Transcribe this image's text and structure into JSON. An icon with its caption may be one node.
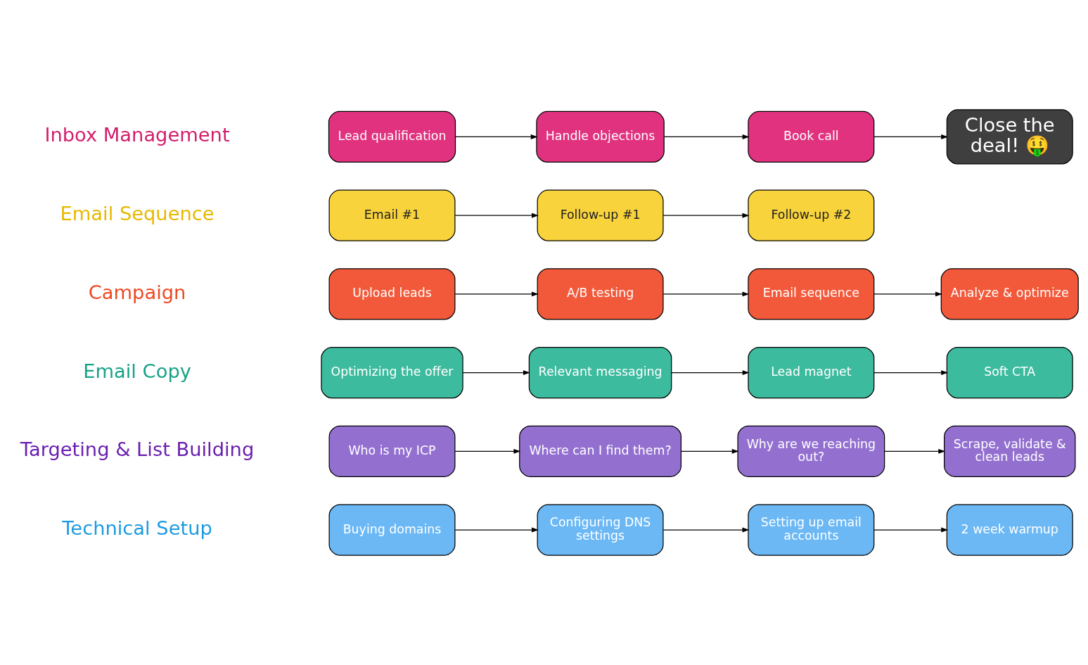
{
  "diagram": {
    "nodes": [
      {
        "text": [
          "Buying domains"
        ]
      },
      {
        "text": [
          "Configuring DNS settings"
        ]
      },
      {
        "text": [
          "Setting up email accounts"
        ]
      },
      {
        "text": [
          "2 week warmup"
        ]
      },
      {
        "text": [
          "Who is my ICP"
        ]
      },
      {
        "text": [
          "Where can I find them?"
        ]
      },
      {
        "text": [
          "Why are we reaching out?"
        ]
      },
      {
        "text": [
          "Scrape, validate & clean leads"
        ]
      },
      {
        "text": [
          "Optimizing the offer"
        ]
      },
      {
        "text": [
          "Relevant messaging"
        ]
      },
      {
        "text": [
          "Lead magnet"
        ]
      },
      {
        "text": [
          "Soft CTA"
        ]
      },
      {
        "text": [
          "Upload leads"
        ]
      },
      {
        "text": [
          "A/B testing"
        ]
      },
      {
        "text": [
          "Email sequence"
        ]
      },
      {
        "text": [
          "Analyze & optimize"
        ]
      },
      {
        "text": [
          "Email #1"
        ]
      },
      {
        "text": [
          "Follow-up #1"
        ]
      },
      {
        "text": [
          "Follow-up #2"
        ]
      },
      {
        "text": [
          "Lead qualification"
        ]
      },
      {
        "text": [
          "Handle objections"
        ]
      },
      {
        "text": [
          "Book call"
        ]
      },
      {
        "text": [
          "Close the deal! 🤑"
        ]
      }
    ],
    "edges": [
      {
        "from": 0,
        "to": 1,
        "arrow": "to"
      },
      {
        "from": 1,
        "to": 2,
        "arrow": "to"
      },
      {
        "from": 2,
        "to": 3,
        "arrow": "to"
      },
      {
        "from": 4,
        "to": 5,
        "arrow": "to"
      },
      {
        "from": 5,
        "to": 6,
        "arrow": "to"
      },
      {
        "from": 6,
        "to": 7,
        "arrow": "to"
      },
      {
        "from": 8,
        "to": 9,
        "arrow": "to"
      },
      {
        "from": 9,
        "to": 10,
        "arrow": "to"
      },
      {
        "from": 10,
        "to": 11,
        "arrow": "to"
      },
      {
        "from": 12,
        "to": 13,
        "arrow": "to"
      },
      {
        "from": 13,
        "to": 14,
        "arrow": "to"
      },
      {
        "from": 14,
        "to": 15,
        "arrow": "to"
      },
      {
        "from": 16,
        "to": 17,
        "arrow": "to"
      },
      {
        "from": 17,
        "to": 18,
        "arrow": "to"
      },
      {
        "from": 19,
        "to": 20,
        "arrow": "to"
      },
      {
        "from": 20,
        "to": 21,
        "arrow": "to"
      },
      {
        "from": 21,
        "to": 22,
        "arrow": "to"
      }
    ],
    "labels": [
      "Technical Setup",
      "Targeting & List Building",
      "Email Copy",
      "Campaign",
      "Email Sequence",
      "Inbox Management"
    ]
  }
}
